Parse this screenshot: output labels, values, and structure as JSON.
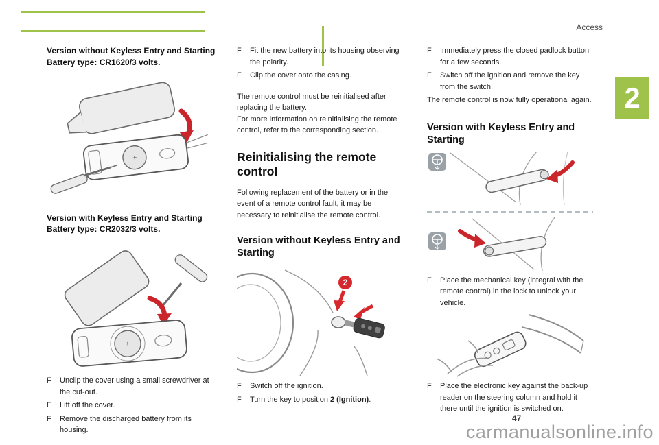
{
  "page": {
    "section_label": "Access",
    "chapter_number": "2",
    "page_number": "47",
    "watermark": "carmanualsonline.info"
  },
  "colors": {
    "accent_green": "#9fc24b",
    "arrow_red": "#c9252b"
  },
  "bullet_marker": "F",
  "illustrations": {
    "battery_polarity": "+",
    "ignition_position_badge": "2"
  },
  "col1": {
    "heading1_line1": "Version without Keyless Entry and Starting",
    "heading1_line2": "Battery type: CR1620/3 volts.",
    "heading2_line1": "Version with Keyless Entry and Starting",
    "heading2_line2": "Battery type: CR2032/3 volts.",
    "bullets": [
      "Unclip the cover using a small screwdriver at the cut-out.",
      "Lift off the cover.",
      "Remove the discharged battery from its housing."
    ]
  },
  "col2": {
    "bullets_top": [
      "Fit the new battery into its housing observing the polarity.",
      "Clip the cover onto the casing."
    ],
    "para1": "The remote control must be reinitialised after replacing the battery.",
    "para2": "For more information on reinitialising the remote control, refer to the corresponding section.",
    "heading_reinitialising": "Reinitialising the remote control",
    "para3": "Following replacement of the battery or in the event of a remote control fault, it may be necessary to reinitialise the remote control.",
    "subheading": "Version without Keyless Entry and Starting",
    "bullet_switch_off": "Switch off the ignition.",
    "bullet_turn_key": {
      "pre": "Turn the key to position ",
      "bold": "2 (Ignition)",
      "post": "."
    }
  },
  "col3": {
    "bullets_top": [
      "Immediately press the closed padlock button for a few seconds.",
      "Switch off the ignition and remove the key from the switch."
    ],
    "para": "The remote control is now fully operational again.",
    "heading": "Version with Keyless Entry and Starting",
    "bullet_mechanical_key": "Place the mechanical key (integral with the remote control) in the lock to unlock your vehicle.",
    "bullet_electronic_key": "Place the electronic key against the back-up reader on the steering column and hold it there until the ignition is switched on."
  }
}
